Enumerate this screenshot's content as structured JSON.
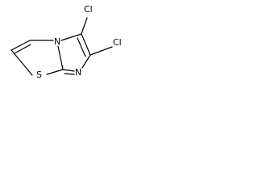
{
  "molecule": {
    "atoms": {
      "cl_upper": "Cl",
      "cl_right": "Cl",
      "nitrogen_bridge": "N",
      "nitrogen_ring": "N",
      "sulfur": "S"
    }
  }
}
